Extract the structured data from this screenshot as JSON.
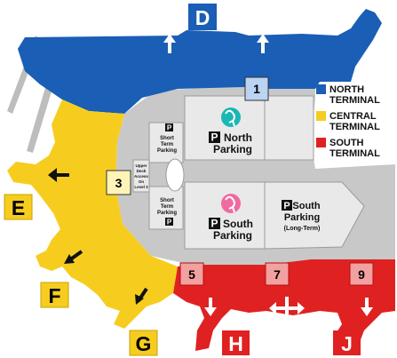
{
  "colors": {
    "north": "#1a5eb5",
    "central": "#f6cd1f",
    "south": "#e02121",
    "roadway": "#c8c8c8",
    "parking": "#e9e9e9",
    "gate_letter_yellow": "#f6cd1f",
    "gate_letter_red": "#e02121",
    "gate_letter_blue": "#1a5eb5",
    "garage_num_blue": "#bcd3f2",
    "garage_num_yellow": "#fff4b8",
    "garage_num_red": "#f3a0a0"
  },
  "concourses": {
    "d": "D",
    "e": "E",
    "f": "F",
    "g": "G",
    "h": "H",
    "j": "J"
  },
  "garages": {
    "g1": "1",
    "g3": "3",
    "g5": "5",
    "g7": "7",
    "g9": "9"
  },
  "parking": {
    "north_p": "P",
    "north_line1": "North",
    "north_line2": "Parking",
    "south_p": "P",
    "south_line1": "South",
    "south_line2": "Parking",
    "longterm_p": "P",
    "longterm_line1": "South",
    "longterm_line2": "Parking",
    "longterm_line3": "(Long-Term)",
    "st_top_p": "P",
    "st_top_line1": "Short",
    "st_top_line2": "Term",
    "st_top_line3": "Parking",
    "st_bottom_p": "P",
    "st_bottom_line1": "Short",
    "st_bottom_line2": "Term",
    "st_bottom_line3": "Parking",
    "upper_1": "Upper",
    "upper_2": "Deck",
    "upper_3": "Access",
    "upper_4": "On",
    "upper_5": "Level 3"
  },
  "legend": {
    "north_line1": "NORTH",
    "north_line2": "TERMINAL",
    "central_line1": "CENTRAL",
    "central_line2": "TERMINAL",
    "south_line1": "SOUTH",
    "south_line2": "TERMINAL"
  },
  "icons": {
    "north_parking": "flamingo-teal-icon",
    "south_parking": "flamingo-pink-icon"
  }
}
